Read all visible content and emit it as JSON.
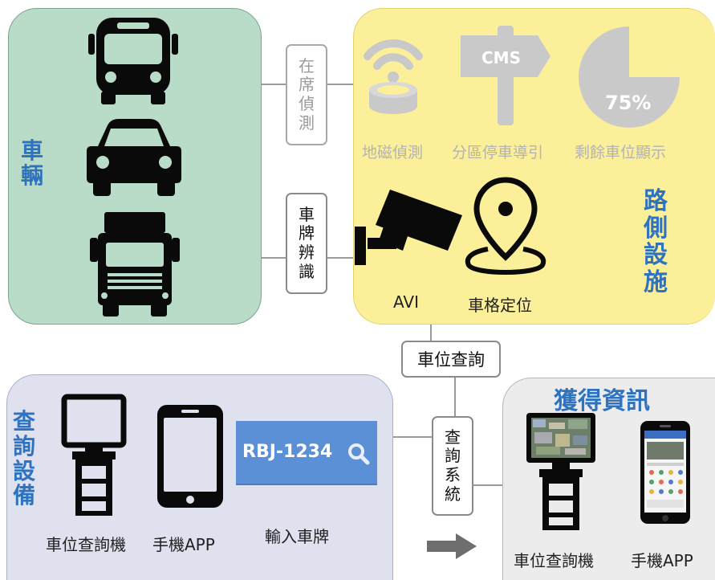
{
  "vehicles": {
    "title_chars": [
      "車",
      "輛"
    ]
  },
  "roadside": {
    "title_chars": [
      "路",
      "側",
      "設",
      "施"
    ],
    "detection_labels": [
      "地磁偵測",
      "分區停車導引",
      "剩餘車位顯示"
    ],
    "cms_text": "CMS",
    "pie_text": "75%",
    "pie_fraction": 0.75,
    "avi_label": "AVI",
    "space_label": "車格定位"
  },
  "connectors": {
    "presence": [
      "在",
      "席",
      "偵",
      "測"
    ],
    "plate_recognition": [
      "車",
      "牌",
      "辨",
      "識"
    ],
    "space_query": "車位查詢",
    "query_system": [
      "查",
      "詢",
      "系",
      "統"
    ]
  },
  "query_devices": {
    "title_chars": [
      "查",
      "詢",
      "設",
      "備"
    ],
    "kiosk_label": "車位查詢機",
    "phone_label": "手機APP",
    "plate_input_value": "RBJ-1234",
    "plate_input_label": "輸入車牌"
  },
  "results": {
    "title": "獲得資訊",
    "kiosk_label": "車位查詢機",
    "phone_label": "手機APP"
  },
  "colors": {
    "vehicle_panel": "#b9dcc8",
    "roadside_panel": "#fbef9a",
    "query_panel": "#dfe2ee",
    "result_panel": "#ececec",
    "title_blue": "#2f73c0",
    "search_bar": "#5b8fd6"
  }
}
